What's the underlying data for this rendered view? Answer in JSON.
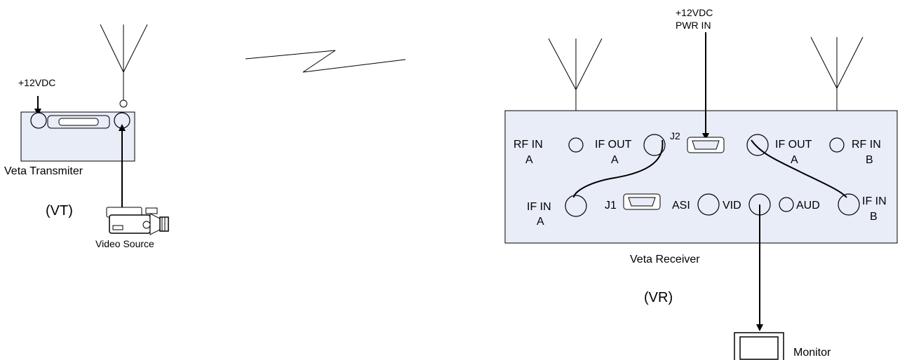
{
  "transmitter": {
    "power_label": "+12VDC",
    "name": "Veta Transmiter",
    "abbrev": "(VT)",
    "source_label": "Video Source"
  },
  "receiver": {
    "power_label_line1": "+12VDC",
    "power_label_line2": "PWR IN",
    "name": "Veta Receiver",
    "abbrev": "(VR)",
    "rf_in_a_1": "RF IN",
    "rf_in_a_2": "A",
    "if_out_a_1": "IF OUT",
    "if_out_a_2": "A",
    "j2": "J2",
    "if_out_b_1": "IF OUT",
    "if_out_b_2": "A",
    "rf_in_b_1": "RF IN",
    "rf_in_b_2": "B",
    "if_in_a_1": "IF IN",
    "if_in_a_2": "A",
    "j1": "J1",
    "asi": "ASI",
    "vid": "VID",
    "aud": "AUD",
    "if_in_b_1": "IF IN",
    "if_in_b_2": "B",
    "monitor_label": "Monitor"
  }
}
